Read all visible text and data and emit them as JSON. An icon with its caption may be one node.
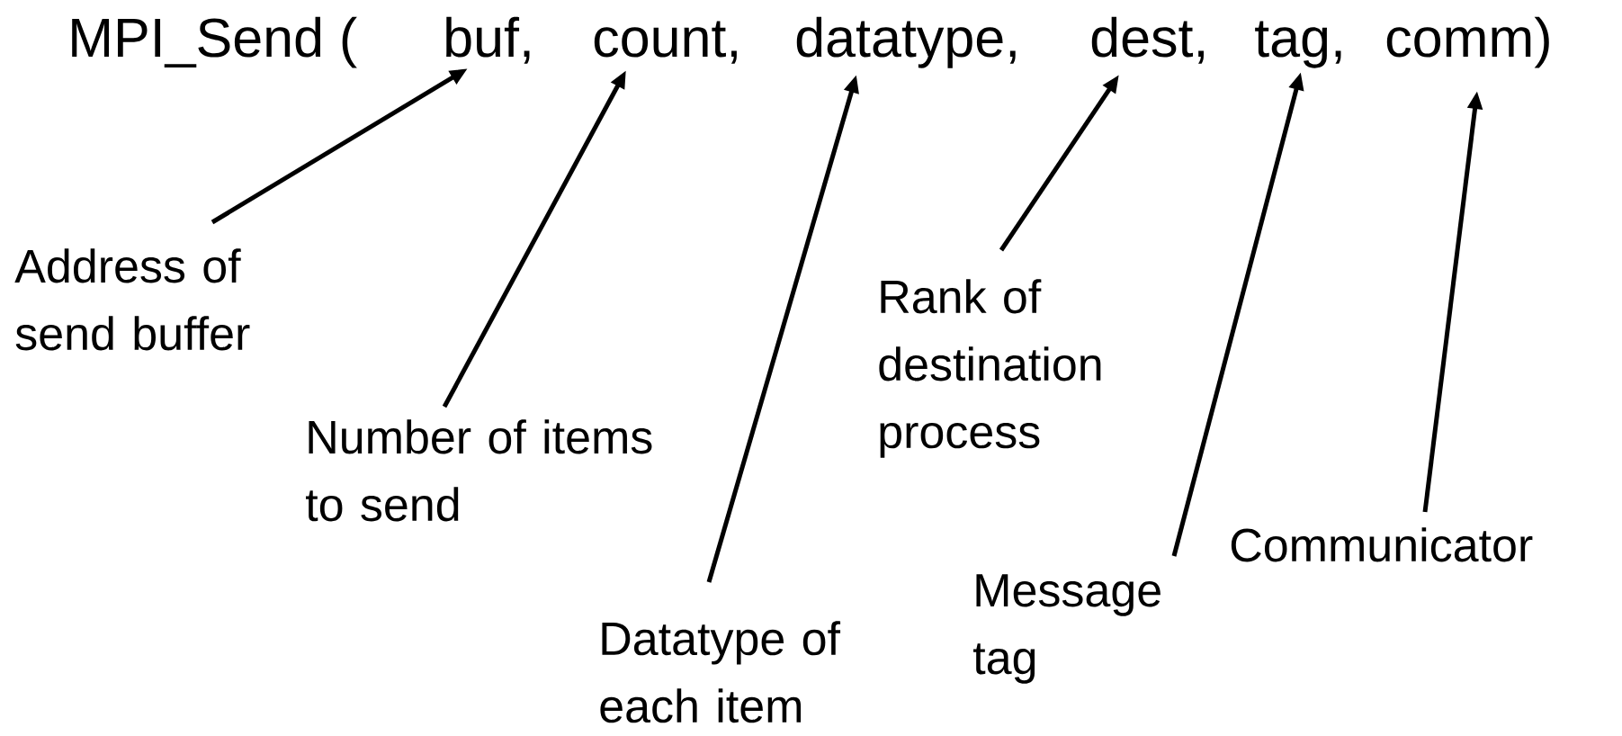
{
  "diagram": {
    "nodes": [
      {
        "text": [
          "MPI_Send ("
        ]
      },
      {
        "text": [
          "buf,"
        ]
      },
      {
        "text": [
          "count,"
        ]
      },
      {
        "text": [
          "datatype,"
        ]
      },
      {
        "text": [
          "dest,"
        ]
      },
      {
        "text": [
          "tag,"
        ]
      },
      {
        "text": [
          "comm)"
        ]
      },
      {
        "text": [
          "Address of send buffer"
        ]
      },
      {
        "text": [
          "Number of items to send"
        ]
      },
      {
        "text": [
          "Datatype of each item"
        ]
      },
      {
        "text": [
          "Rank of destination process"
        ]
      },
      {
        "text": [
          "Message tag"
        ]
      },
      {
        "text": [
          "Communicator"
        ]
      }
    ],
    "edges": [
      {
        "from": 7,
        "to": 1,
        "arrow": "to"
      },
      {
        "from": 8,
        "to": 2,
        "arrow": "to"
      },
      {
        "from": 9,
        "to": 3,
        "arrow": "to"
      },
      {
        "from": 10,
        "to": 4,
        "arrow": "to"
      },
      {
        "from": 11,
        "to": 5,
        "arrow": "to"
      },
      {
        "from": 12,
        "to": 6,
        "arrow": "to"
      }
    ]
  }
}
